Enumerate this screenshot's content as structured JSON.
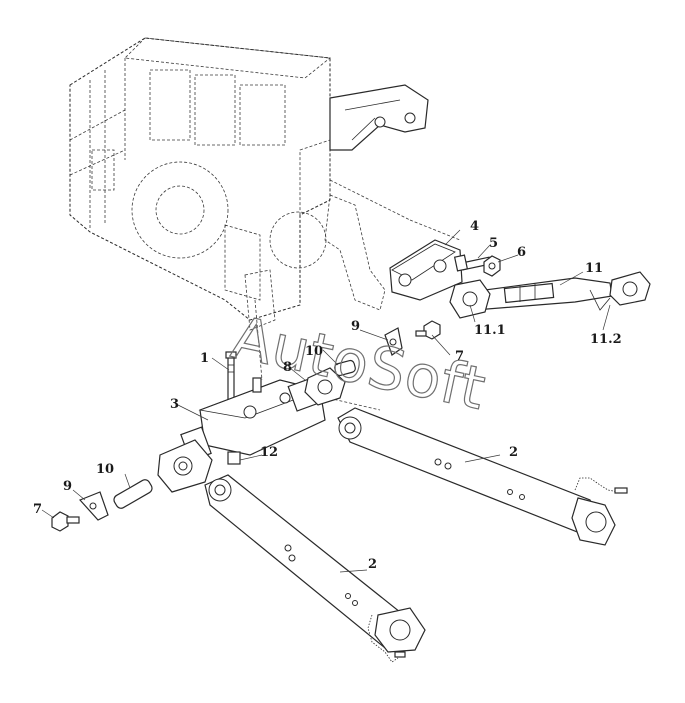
{
  "watermark": "AutoSoft",
  "callouts": {
    "c1": "1",
    "c2a": "2",
    "c2b": "2",
    "c3": "3",
    "c4": "4",
    "c5": "5",
    "c6": "6",
    "c7a": "7",
    "c7b": "7",
    "c8": "8",
    "c9a": "9",
    "c9b": "9",
    "c10a": "10",
    "c10b": "10",
    "c11": "11",
    "c11_1": "11.1",
    "c11_2": "11.2",
    "c12": "12"
  }
}
